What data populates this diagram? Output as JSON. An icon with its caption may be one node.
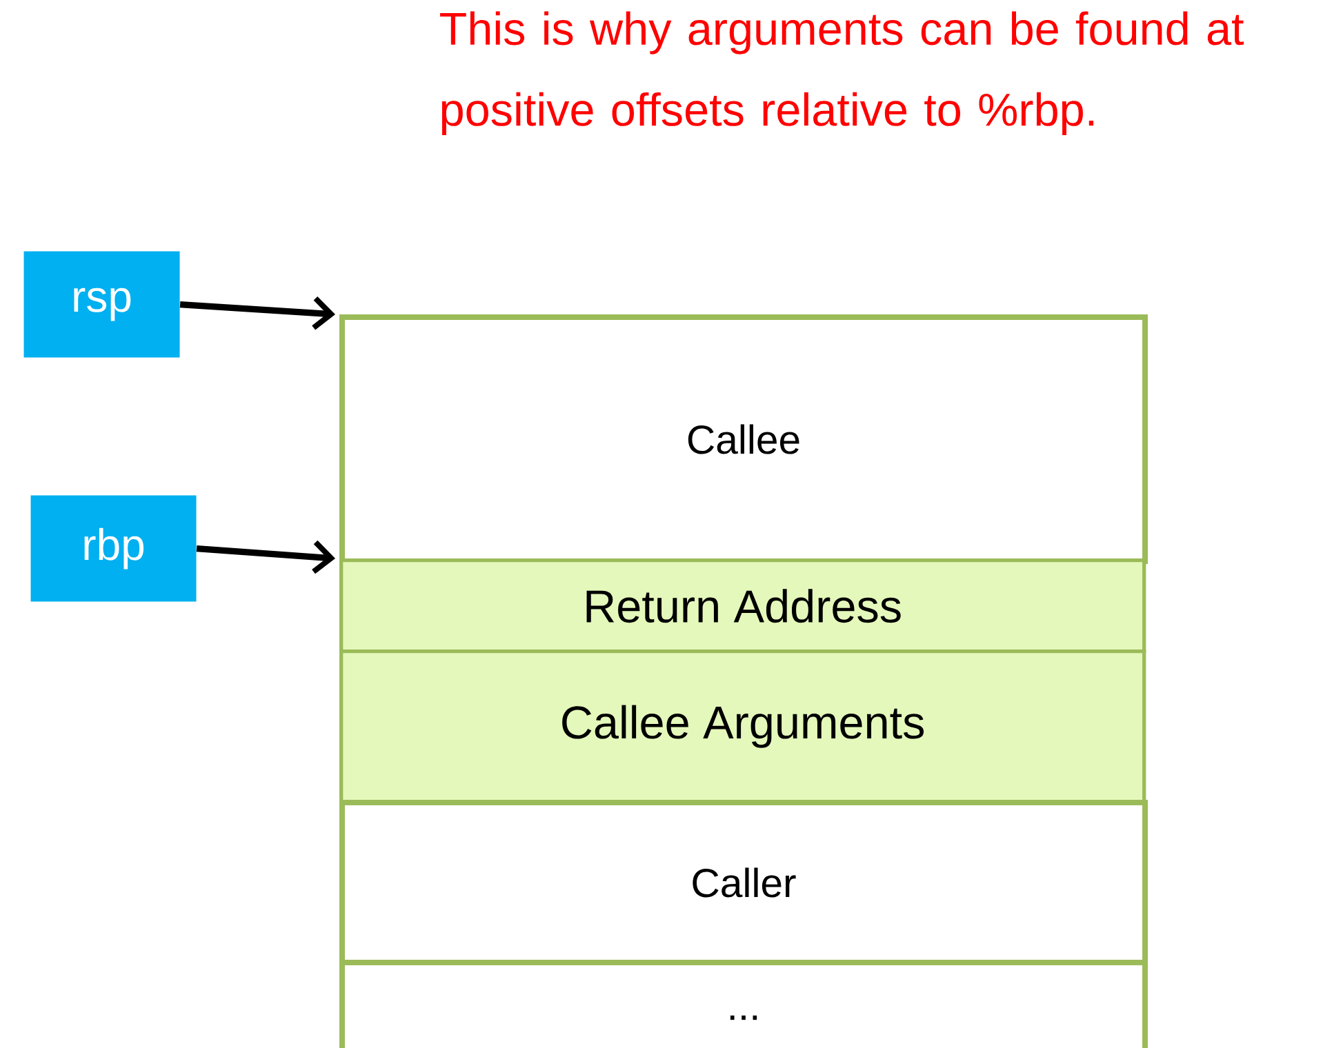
{
  "diagram": {
    "nodes": [
      {
        "text": [
          "rsp"
        ]
      },
      {
        "text": [
          "rbp"
        ]
      },
      {
        "text": [
          "Callee"
        ]
      },
      {
        "text": [
          "Return Address"
        ]
      },
      {
        "text": [
          "Callee Arguments"
        ]
      },
      {
        "text": [
          "Caller"
        ]
      },
      {
        "text": [
          "..."
        ]
      }
    ],
    "edges": [
      {
        "from": 0,
        "to": 2,
        "arrow": "to"
      },
      {
        "from": 1,
        "to": 3,
        "arrow": "to"
      }
    ],
    "labels": [
      "This is why arguments can be found at positive offsets relative to %rbp."
    ]
  }
}
